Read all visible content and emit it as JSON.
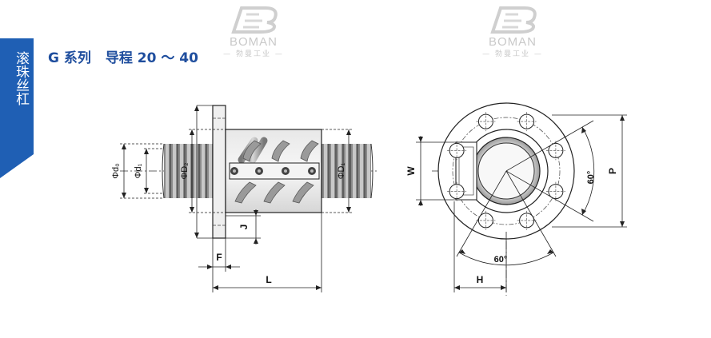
{
  "side_tab": {
    "label": "滚珠丝杠",
    "color": "#1f5fb4"
  },
  "title": {
    "series": "G 系列",
    "lead": "导程 20 ～ 40",
    "color": "#1f4e9e"
  },
  "watermark": {
    "brand": "BOMAN",
    "sub": "— 勃曼工业 —"
  },
  "drawing": {
    "side_view": {
      "dim_labels": [
        "Φd₀",
        "Φd₁",
        "ΦD₂",
        "ΦD₁"
      ],
      "bottom_labels": [
        "F",
        "J",
        "L"
      ]
    },
    "front_view": {
      "dim_labels": {
        "W": "W",
        "P": "P",
        "H": "H"
      },
      "angle_right": "60°",
      "angle_bottom": "60°",
      "bolt_holes": 8
    }
  }
}
